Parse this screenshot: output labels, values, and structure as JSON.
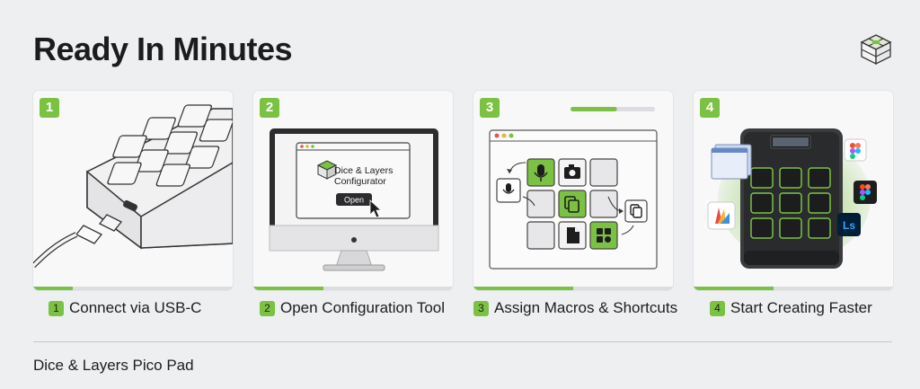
{
  "page": {
    "title": "Ready In Minutes",
    "footer": "Dice & Layers Pico Pad"
  },
  "brand": {
    "accent": "#7cc242"
  },
  "steps": [
    {
      "number": "1",
      "label": "Connect via USB-C",
      "progress": 0.2
    },
    {
      "number": "2",
      "label": "Open Configuration Tool",
      "progress": 0.35
    },
    {
      "number": "3",
      "label": "Assign Macros & Shortcuts",
      "progress": 0.5,
      "header_progress": 0.55
    },
    {
      "number": "4",
      "label": "Start Creating Faster",
      "progress": 0.4
    }
  ],
  "configurator": {
    "app_name_line1": "Dice & Layers",
    "app_name_line2": "Configurator",
    "open_button": "Open"
  },
  "icons": [
    "cube-logo-icon",
    "usb-c-cable-icon",
    "microphone-icon",
    "camera-icon",
    "copy-icon",
    "document-icon",
    "grid-icon",
    "cursor-icon",
    "figma-icon",
    "lightroom-icon",
    "color-swatch-icon",
    "window-icon"
  ]
}
